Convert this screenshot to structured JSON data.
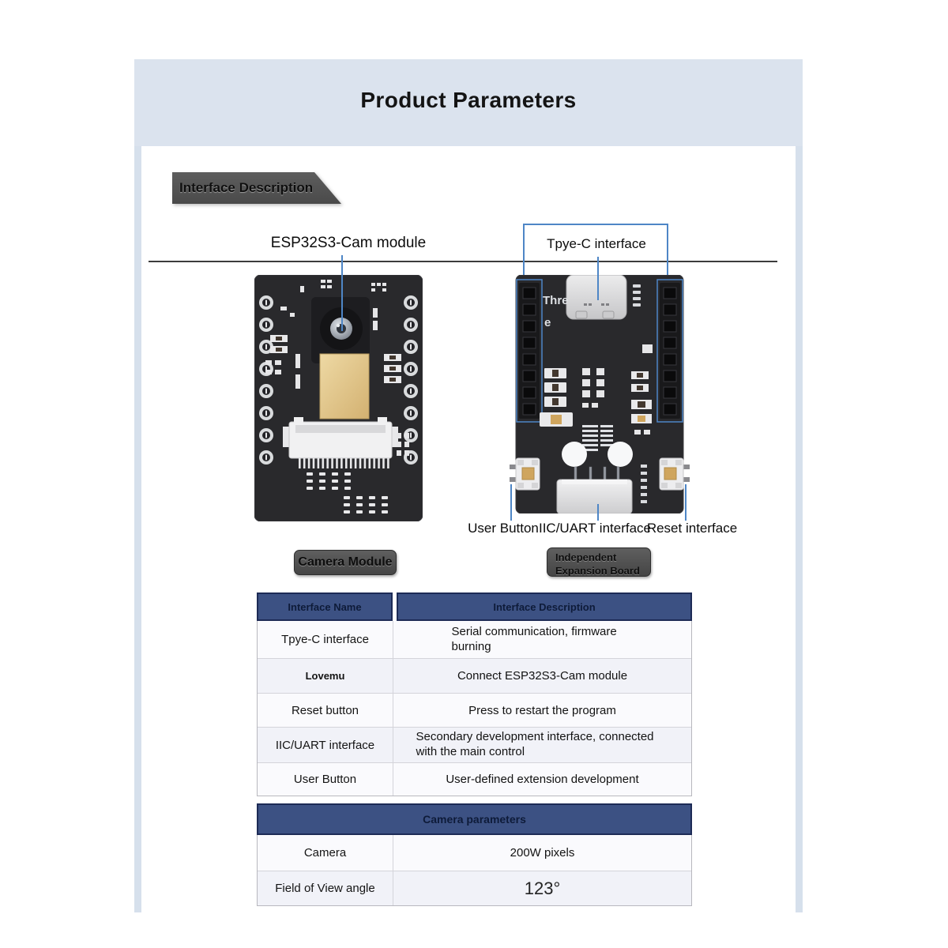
{
  "title": "Product Parameters",
  "section_banner": "Interface Description",
  "diagram": {
    "camera_board": {
      "callout": "ESP32S3-Cam module",
      "caption": "Camera Module"
    },
    "expansion_board": {
      "top_callout": "Tpye-C interface",
      "board_text": {
        "line1": "Thre",
        "line2": "e"
      },
      "bottom_callouts": [
        "User Button",
        "IIC/UART interface",
        "Reset interface"
      ],
      "caption": {
        "line1": "Independent",
        "line2": "Expansion Board"
      }
    }
  },
  "interface_table": {
    "headers": [
      "Interface Name",
      "Interface Description"
    ],
    "rows": [
      {
        "name": "Tpye-C interface",
        "description": "Serial communication, firmware burning"
      },
      {
        "name": "Lovemu",
        "description": "Connect ESP32S3-Cam module"
      },
      {
        "name": "Reset button",
        "description": "Press to restart the program"
      },
      {
        "name": "IIC/UART interface",
        "description": "Secondary development interface, connected with the main control"
      },
      {
        "name": "User Button",
        "description": "User-defined extension development"
      }
    ]
  },
  "camera_table": {
    "header": "Camera parameters",
    "rows": [
      {
        "name": "Camera",
        "value": "200W pixels"
      },
      {
        "name": "Field of View angle",
        "value": "123°"
      }
    ]
  },
  "colors": {
    "top_band": "#dbe3ee",
    "table_header_navy": "#3c5183",
    "annotation_blue": "#4e86c6",
    "ribbon_gray": "#4f4f4f",
    "board_dark": "#29292c",
    "gold_pad": "#ddbb80"
  }
}
